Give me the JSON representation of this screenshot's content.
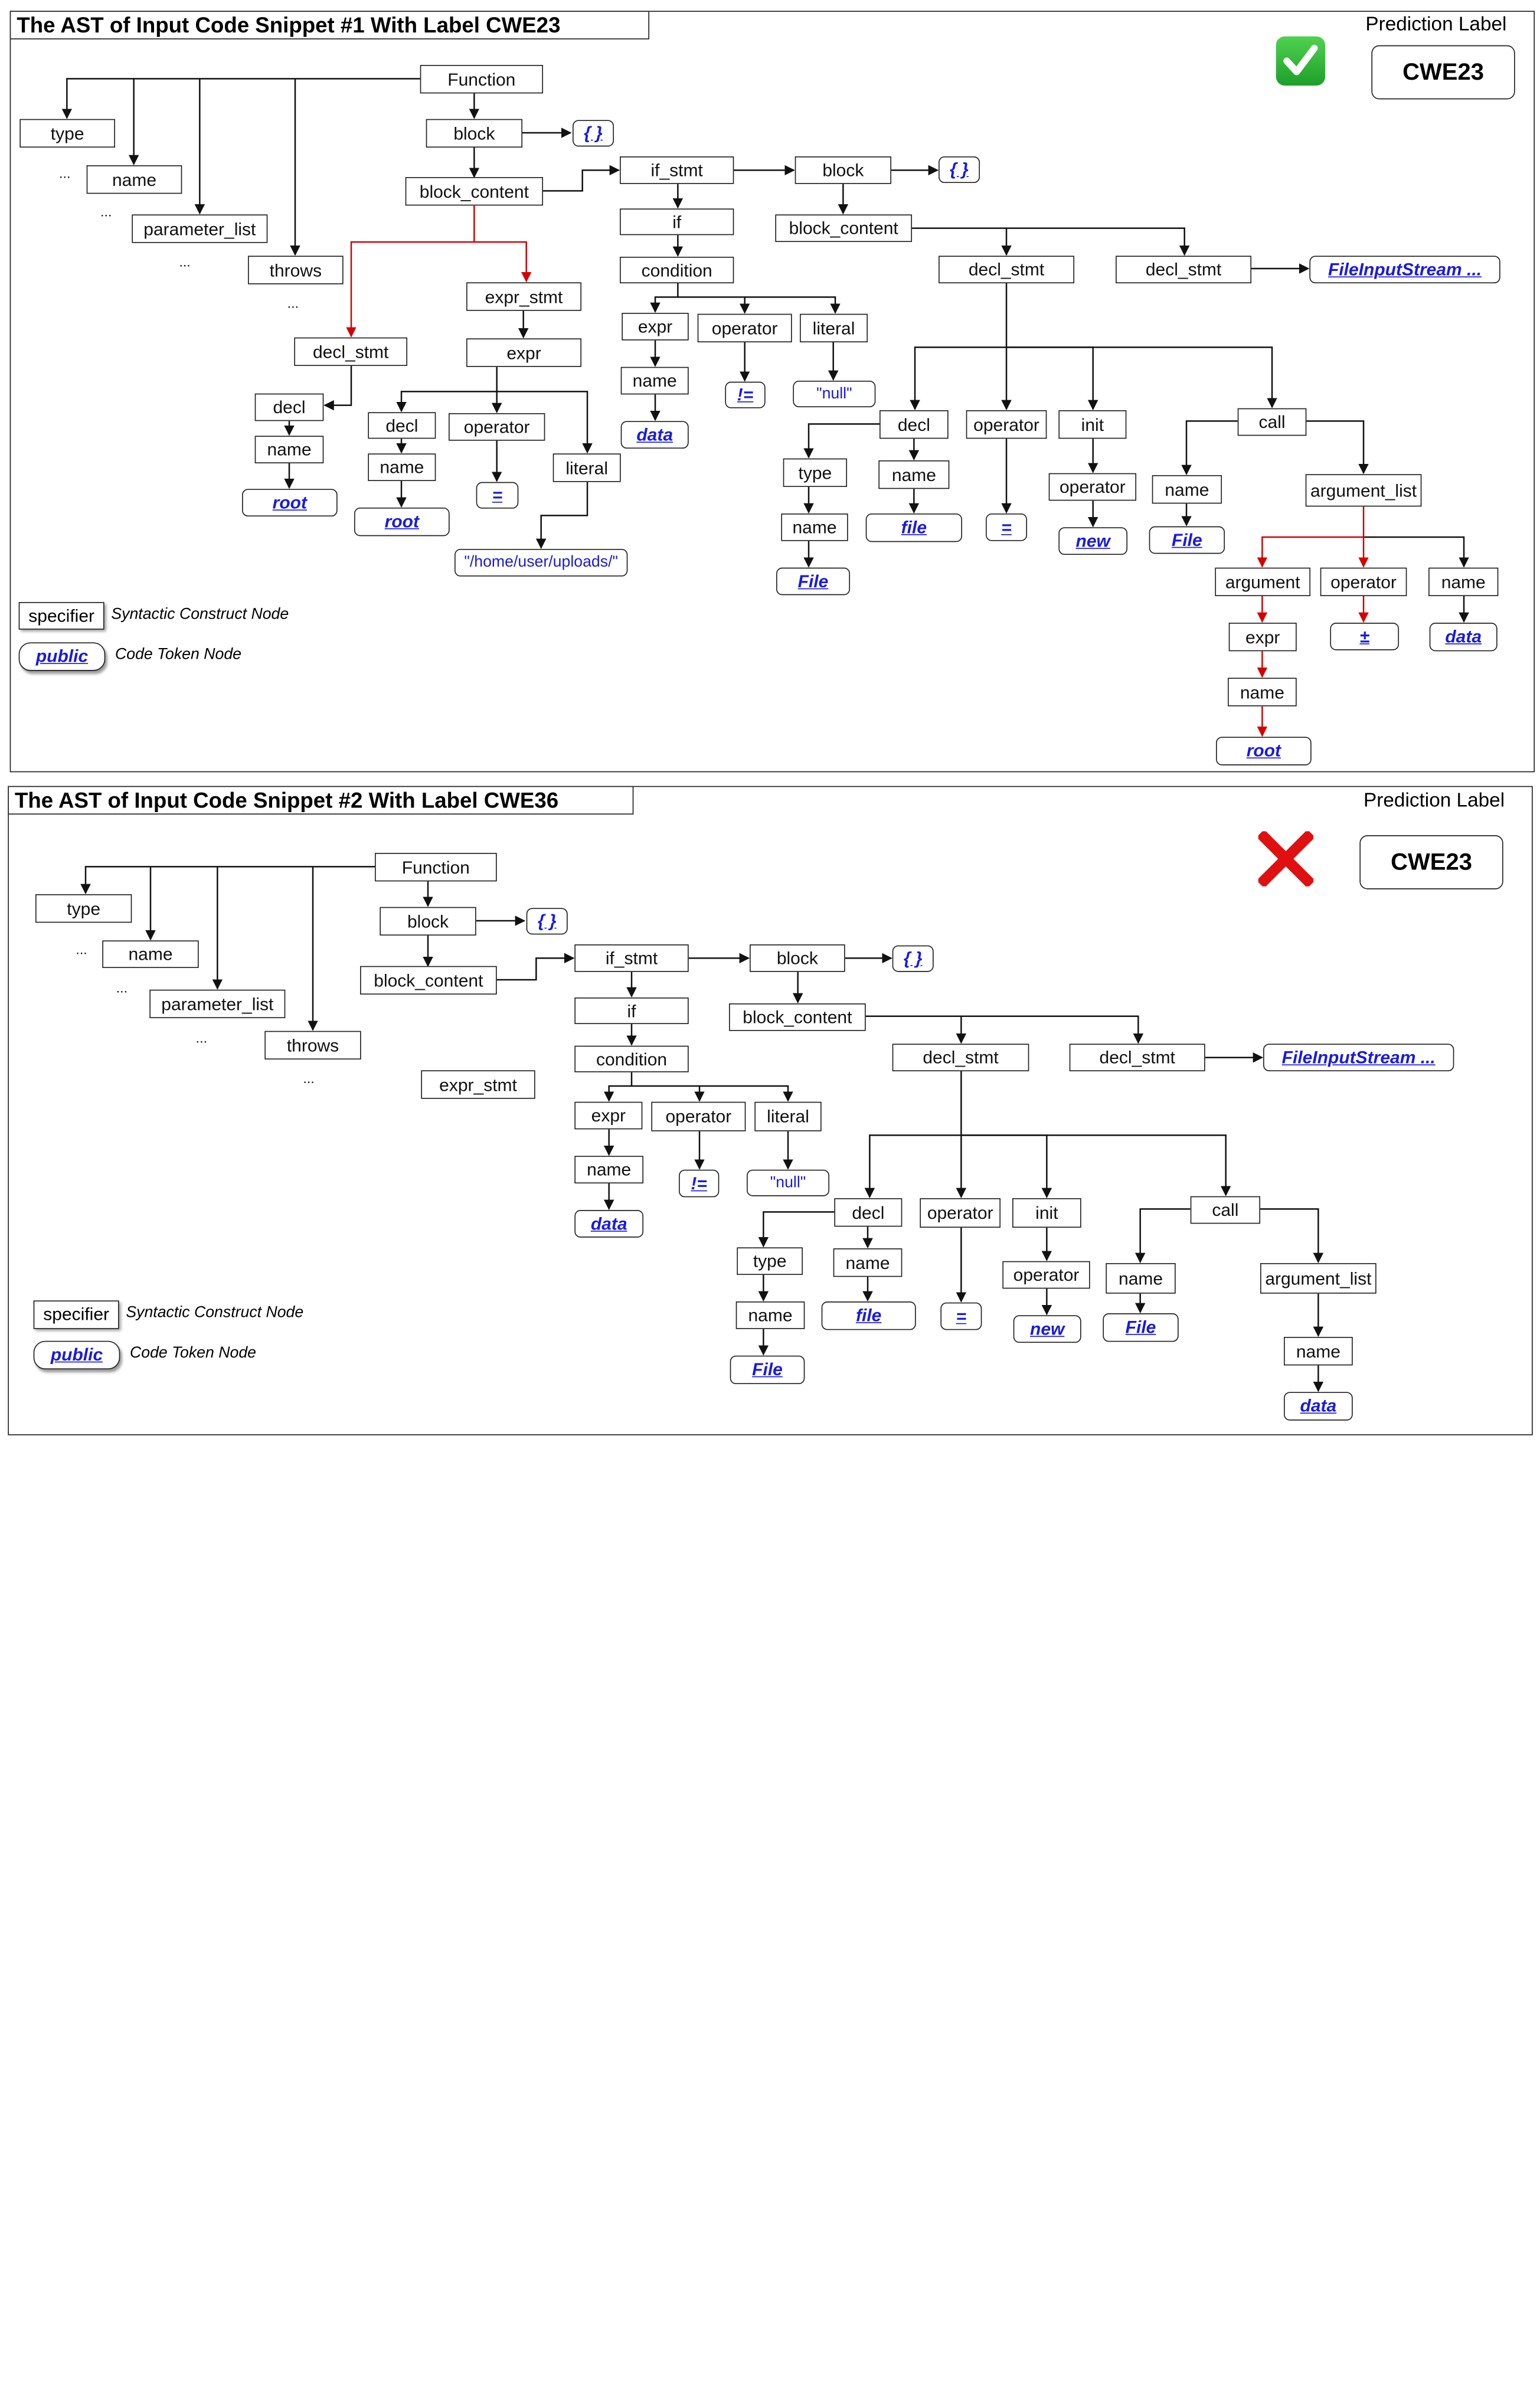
{
  "panels": [
    {
      "title": "The AST of Input Code Snippet #1 With Label CWE23",
      "prediction_label": "Prediction Label",
      "prediction_value": "CWE23",
      "prediction_mark": "green-check-icon",
      "legend": {
        "construct_node": "specifier",
        "construct_desc": "Syntactic Construct Node",
        "token_node": "public",
        "token_desc": "Code Token Node"
      },
      "nodes": [
        "Function",
        "type",
        "name",
        "parameter_list",
        "throws",
        "block",
        "block_content",
        "decl_stmt",
        "expr_stmt",
        "decl",
        "name",
        "expr",
        "decl",
        "name",
        "operator",
        "literal",
        "if_stmt",
        "if",
        "condition",
        "expr",
        "name",
        "operator",
        "literal",
        "block",
        "block_content",
        "decl_stmt",
        "decl_stmt",
        "decl",
        "type",
        "name",
        "name",
        "operator",
        "init",
        "operator",
        "call",
        "name",
        "argument_list",
        "argument",
        "expr",
        "name",
        "operator",
        "name"
      ],
      "tokens": [
        "{ }",
        "root",
        "root",
        "=",
        "\"/home/user/uploads/\"",
        "data",
        "!=",
        "\"null\"",
        "{ }",
        "FileInputStream ...",
        "File",
        "file",
        "=",
        "new",
        "File",
        "±",
        "data",
        "root"
      ],
      "highlight_color": "#d40000"
    },
    {
      "title": "The AST of Input Code Snippet #2 With Label CWE36",
      "prediction_label": "Prediction Label",
      "prediction_value": "CWE23",
      "prediction_mark": "red-cross-icon",
      "legend": {
        "construct_node": "specifier",
        "construct_desc": "Syntactic Construct Node",
        "token_node": "public",
        "token_desc": "Code Token Node"
      },
      "nodes": [
        "Function",
        "type",
        "name",
        "parameter_list",
        "throws",
        "block",
        "block_content",
        "expr_stmt",
        "if_stmt",
        "if",
        "condition",
        "expr",
        "name",
        "operator",
        "literal",
        "block",
        "block_content",
        "decl_stmt",
        "decl_stmt",
        "decl",
        "type",
        "name",
        "name",
        "operator",
        "init",
        "operator",
        "call",
        "name",
        "argument_list",
        "name"
      ],
      "tokens": [
        "{ }",
        "data",
        "!=",
        "\"null\"",
        "{ }",
        "FileInputStream ...",
        "File",
        "file",
        "=",
        "new",
        "File",
        "data"
      ]
    }
  ],
  "ellipsis": "...",
  "colors": {
    "token_text": "#1a1ae0",
    "highlight_edge": "#d40000",
    "ok": "#2ab24a",
    "fail": "#e01010"
  }
}
